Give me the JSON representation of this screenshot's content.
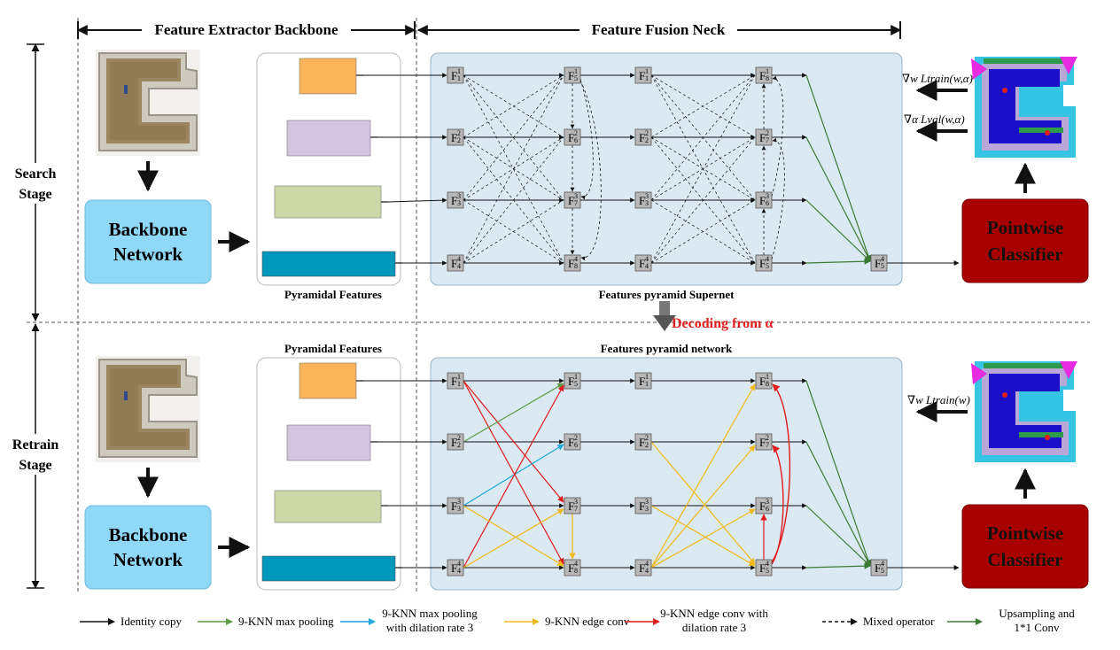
{
  "headers": {
    "backbone": "Feature Extractor Backbone",
    "neck": "Feature Fusion Neck"
  },
  "stages": {
    "search": [
      "Search",
      "Stage"
    ],
    "retrain": [
      "Retrain",
      "Stage"
    ]
  },
  "boxes": {
    "backbone": [
      "Backbone",
      "Network"
    ],
    "classifier": [
      "Pointwise",
      "Classifier"
    ]
  },
  "captions": {
    "pyramidal_top": "Pyramidal Features",
    "pyramidal_bottom": "Pyramidal Features",
    "supernet": "Features pyramid Supernet",
    "network": "Features pyramid network",
    "decoding": "Decoding from α"
  },
  "losses": {
    "train_w": "∇w Ltrain(w,α)",
    "val_alpha": "∇α Lval(w,α)",
    "train_w_retrain": "∇w Ltrain(w)"
  },
  "nodes": {
    "top": {
      "c0": [
        [
          "F",
          "1",
          "1"
        ],
        [
          "F",
          "2",
          "2"
        ],
        [
          "F",
          "3",
          "3"
        ],
        [
          "F",
          "4",
          "4"
        ]
      ],
      "c1": [
        [
          "F",
          "5",
          "1"
        ],
        [
          "F",
          "6",
          "2"
        ],
        [
          "F",
          "7",
          "3"
        ],
        [
          "F",
          "8",
          "4"
        ]
      ],
      "c2": [
        [
          "F",
          "1",
          "1"
        ],
        [
          "F",
          "2",
          "2"
        ],
        [
          "F",
          "3",
          "3"
        ],
        [
          "F",
          "4",
          "4"
        ]
      ],
      "c3": [
        [
          "F",
          "8",
          "1"
        ],
        [
          "F",
          "7",
          "2"
        ],
        [
          "F",
          "6",
          "3"
        ],
        [
          "F",
          "5",
          "4"
        ]
      ],
      "out": [
        "F",
        "5",
        "4"
      ]
    },
    "bottom": {
      "c0": [
        [
          "F",
          "1",
          "1"
        ],
        [
          "F",
          "2",
          "2"
        ],
        [
          "F",
          "3",
          "3"
        ],
        [
          "F",
          "4",
          "4"
        ]
      ],
      "c1": [
        [
          "F",
          "5",
          "1"
        ],
        [
          "F",
          "6",
          "2"
        ],
        [
          "F",
          "7",
          "3"
        ],
        [
          "F",
          "8",
          "4"
        ]
      ],
      "c2": [
        [
          "F",
          "1",
          "1"
        ],
        [
          "F",
          "2",
          "2"
        ],
        [
          "F",
          "3",
          "3"
        ],
        [
          "F",
          "4",
          "4"
        ]
      ],
      "c3": [
        [
          "F",
          "8",
          "1"
        ],
        [
          "F",
          "7",
          "2"
        ],
        [
          "F",
          "6",
          "3"
        ],
        [
          "F",
          "5",
          "4"
        ]
      ],
      "out": [
        "F",
        "5",
        "4"
      ]
    }
  },
  "legend": [
    {
      "label": [
        "Identity copy"
      ],
      "color": "#111111",
      "dash": false
    },
    {
      "label": [
        "9-KNN max pooling"
      ],
      "color": "#5b9b45",
      "dash": false
    },
    {
      "label": [
        "9-KNN max pooling",
        "with dilation rate 3"
      ],
      "color": "#1ea8d8",
      "dash": false
    },
    {
      "label": [
        "9-KNN edge conv"
      ],
      "color": "#f2b91a",
      "dash": false
    },
    {
      "label": [
        "9-KNN edge conv with",
        "dilation rate 3"
      ],
      "color": "#e01c1c",
      "dash": false
    },
    {
      "label": [
        "Mixed operator"
      ],
      "color": "#111111",
      "dash": true
    },
    {
      "label": [
        "Upsampling and",
        "1*1 Conv"
      ],
      "color": "#3d7a34",
      "dash": false
    }
  ],
  "colors": {
    "backbone_fill": "#8fd8f8",
    "classifier_fill": "#a80000",
    "neck_fill": "#dbe9f2",
    "feature_1": "#fbb45a",
    "feature_2": "#d3c5e2",
    "feature_3": "#cbd7a7",
    "feature_4": "#0097bd",
    "decoding_text": "#e02020"
  },
  "icons": {
    "floor_plan": "room-floorplan-image",
    "segmentation": "segmentation-output-image"
  }
}
